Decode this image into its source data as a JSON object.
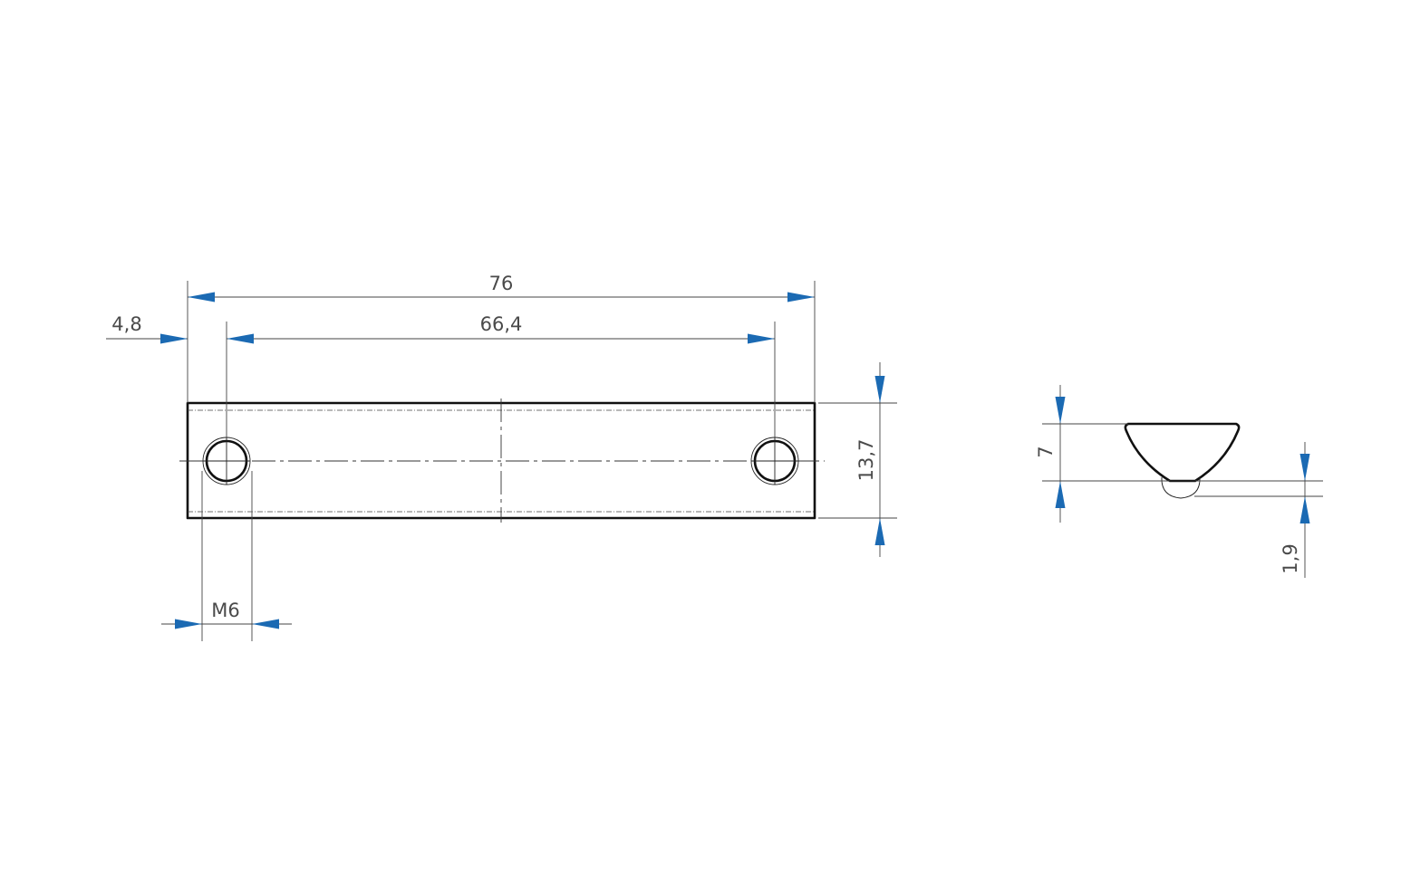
{
  "colors": {
    "arrow": "#1b6ab3",
    "outline": "#111111",
    "dimension_line": "#444444",
    "text": "#4a4a4a"
  },
  "front_view": {
    "dimensions": {
      "overall_length": "76",
      "hole_spacing": "66,4",
      "edge_offset": "4,8",
      "height": "13,7",
      "thread": "M6"
    }
  },
  "side_view": {
    "dimensions": {
      "height": "7",
      "offset": "1,9"
    }
  }
}
